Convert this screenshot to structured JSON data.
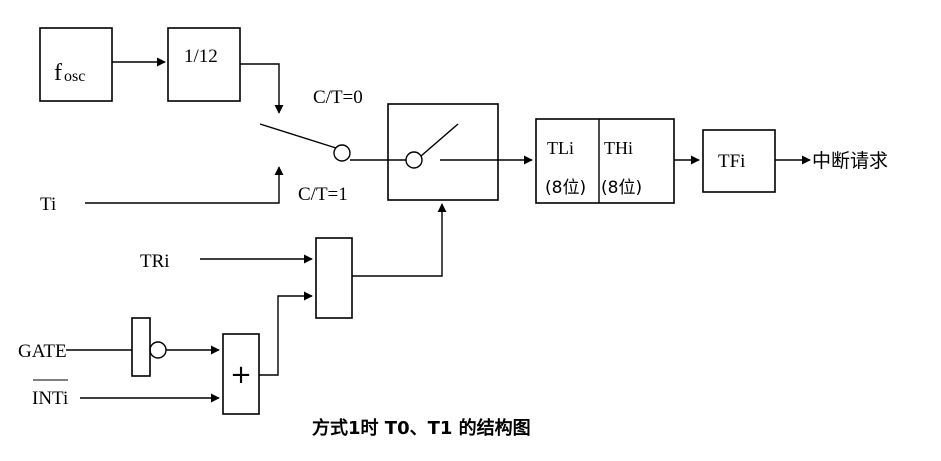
{
  "diagram": {
    "blocks": {
      "fosc_main": "f",
      "fosc_sub": "osc",
      "divider": "1/12",
      "tli": "TLi",
      "thi": "THi",
      "tli_bits": "(8位)",
      "thi_bits": "(8位)",
      "tfi": "TFi",
      "or_symbol": "+"
    },
    "labels": {
      "ct0": "C/T=0",
      "ct1": "C/T=1",
      "ti": "Ti",
      "tri": "TRi",
      "gate": "GATE",
      "inti": "INTi",
      "interrupt": "中断请求"
    },
    "caption": "方式1时 T0、T1 的结构图"
  }
}
